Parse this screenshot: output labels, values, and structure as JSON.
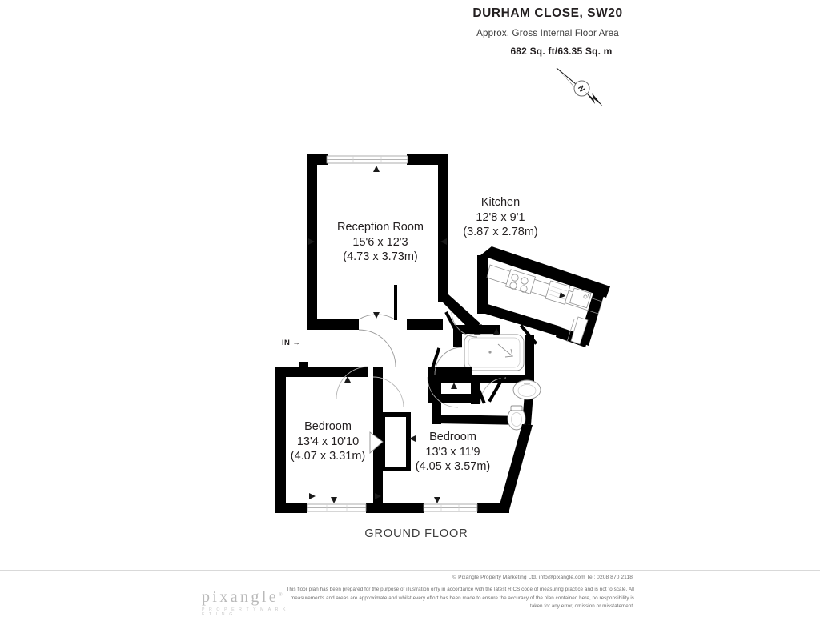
{
  "header": {
    "title": "DURHAM CLOSE, SW20",
    "subtitle": "Approx. Gross Internal Floor Area",
    "area": "682 Sq. ft/63.35 Sq. m"
  },
  "compass": {
    "label": "N",
    "icon": "north-arrow-icon"
  },
  "plan": {
    "floor_caption": "GROUND FLOOR",
    "entrance_label": "IN",
    "entrance_arrow": "→",
    "rooms": [
      {
        "id": "reception",
        "name": "Reception Room",
        "dim_imperial": "15'6 x 12'3",
        "dim_metric": "(4.73 x 3.73m)"
      },
      {
        "id": "kitchen",
        "name": "Kitchen",
        "dim_imperial": "12'8 x 9'1",
        "dim_metric": "(3.87 x 2.78m)"
      },
      {
        "id": "bedroom-1",
        "name": "Bedroom",
        "dim_imperial": "13'4 x 10'10",
        "dim_metric": "(4.07 x 3.31m)"
      },
      {
        "id": "bedroom-2",
        "name": "Bedroom",
        "dim_imperial": "13'3 x 11'9",
        "dim_metric": "(4.05 x 3.57m)"
      }
    ],
    "fixtures": [
      "hob-icon",
      "kitchen-sink-icon",
      "bath-icon",
      "wash-basin-icon",
      "wc-icon",
      "wardrobe-icon"
    ],
    "colors": {
      "wall": "#000000",
      "fixture_line": "#8a8a8a",
      "door_swing": "#9a9a9a",
      "background": "#ffffff"
    }
  },
  "footer": {
    "copyright": "© Pixangle Property Marketing Ltd. info@pixangle.com Tel: 0208 870 2118",
    "disclaimer": "This floor plan has been prepared for the purpose of illustration only in accordance with the latest RICS code of measuring practice and is not to scale. All measurements and areas are approximate and whilst every effort has been made to ensure the accuracy of the plan contained here, no responsibility is taken for any error, omission or misstatement.",
    "logo_word": "pixangle",
    "logo_tm": "®",
    "logo_sub": "P R O P E R T Y   M A R K E T I N G"
  }
}
